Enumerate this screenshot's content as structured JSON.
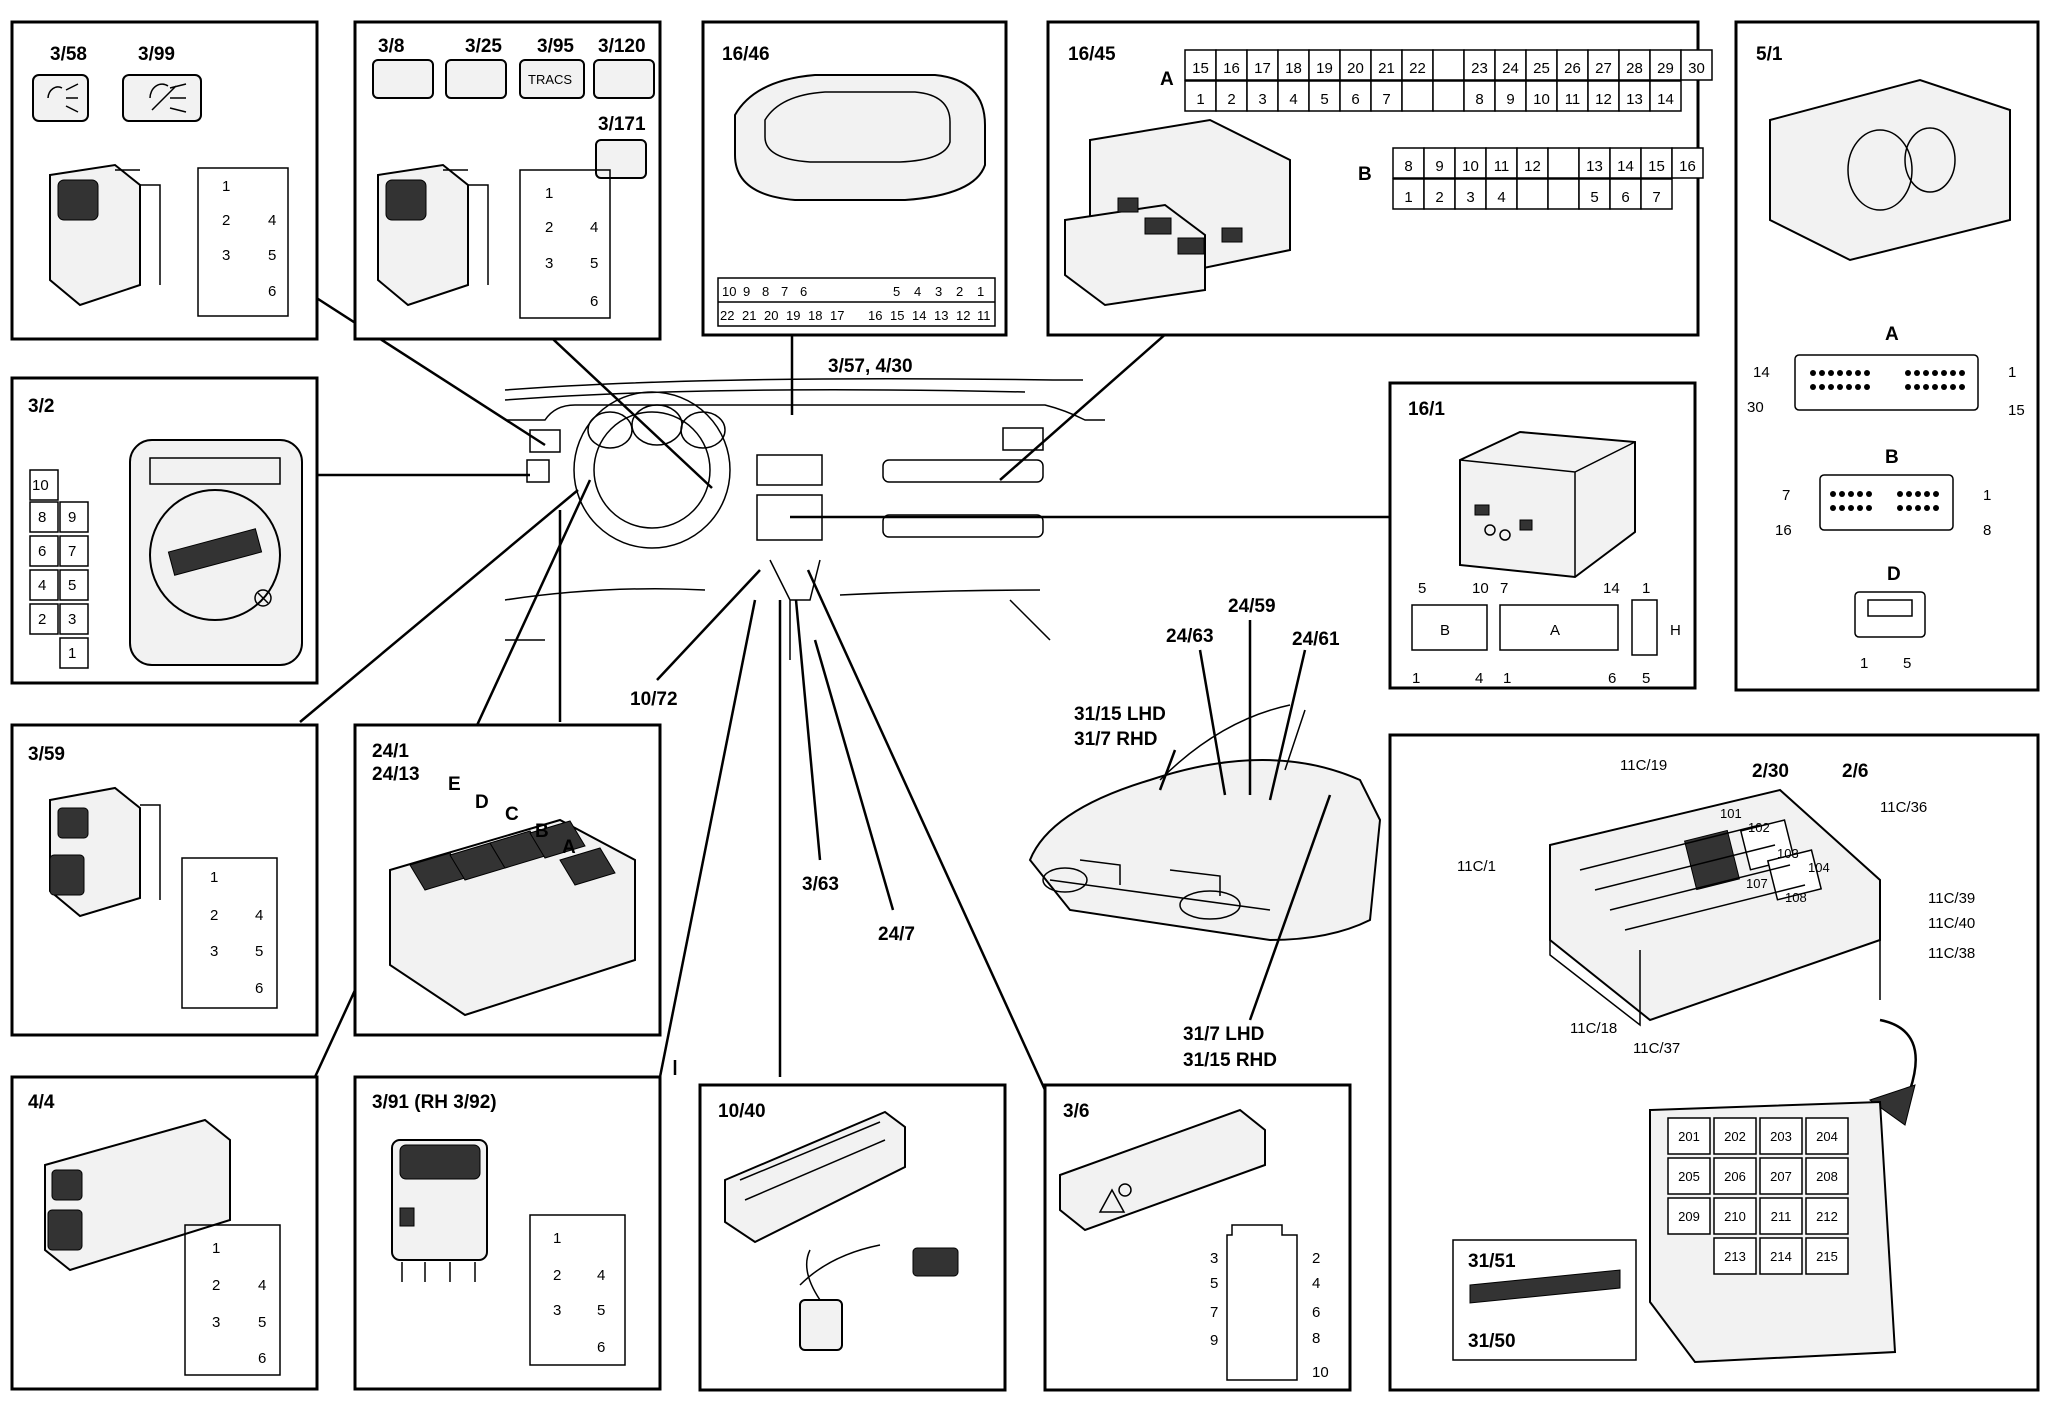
{
  "panels": {
    "p358": {
      "codes": [
        "3/58",
        "3/99"
      ],
      "pins": [
        "1",
        "2",
        "3",
        "4",
        "5",
        "6"
      ]
    },
    "p38": {
      "codes": [
        "3/8",
        "3/25",
        "3/95",
        "3/120",
        "3/171"
      ],
      "tracs": "TRACS",
      "pins": [
        "1",
        "2",
        "3",
        "4",
        "5",
        "6"
      ]
    },
    "p1646": {
      "code": "16/46",
      "row1": [
        "10",
        "9",
        "8",
        "7",
        "6",
        "5",
        "4",
        "3",
        "2",
        "1"
      ],
      "row2": [
        "22",
        "21",
        "20",
        "19",
        "18",
        "17",
        "16",
        "15",
        "14",
        "13",
        "12",
        "11"
      ]
    },
    "p1645": {
      "code": "16/45",
      "a_label": "A",
      "a_top": [
        "15",
        "16",
        "17",
        "18",
        "19",
        "20",
        "21",
        "22",
        "",
        "23",
        "24",
        "25",
        "26",
        "27",
        "28",
        "29",
        "30"
      ],
      "a_bot": [
        "1",
        "2",
        "3",
        "4",
        "5",
        "6",
        "7",
        "",
        "",
        "8",
        "9",
        "10",
        "11",
        "12",
        "13",
        "14"
      ],
      "b_label": "B",
      "b_top": [
        "8",
        "9",
        "10",
        "11",
        "12",
        "",
        "13",
        "14",
        "15",
        "16"
      ],
      "b_bot": [
        "1",
        "2",
        "3",
        "4",
        "",
        "",
        "5",
        "6",
        "7"
      ]
    },
    "p51": {
      "code": "5/1",
      "a": "A",
      "b": "B",
      "d": "D",
      "a_pins": [
        "14",
        "1",
        "30",
        "15"
      ],
      "b_pins": [
        "7",
        "1",
        "16",
        "8"
      ],
      "d_pins": [
        "1",
        "5"
      ]
    },
    "p32": {
      "code": "3/2",
      "pins": [
        "10",
        "8",
        "9",
        "6",
        "7",
        "4",
        "5",
        "2",
        "3",
        "1"
      ]
    },
    "p161": {
      "code": "16/1",
      "b": "B",
      "a": "A",
      "h": "H",
      "b_pins": [
        "5",
        "10",
        "1",
        "4"
      ],
      "a_pins": [
        "7",
        "14",
        "1",
        "6"
      ],
      "h_pins": [
        "1",
        "5"
      ]
    },
    "p359": {
      "code": "3/59",
      "pins": [
        "1",
        "2",
        "3",
        "4",
        "5",
        "6"
      ]
    },
    "p241": {
      "codes": [
        "24/1",
        "24/13"
      ],
      "letters": [
        "E",
        "D",
        "C",
        "B",
        "A"
      ]
    },
    "p44": {
      "code": "4/4",
      "pins": [
        "1",
        "2",
        "3",
        "4",
        "5",
        "6"
      ]
    },
    "p391": {
      "code": "3/91 (RH 3/92)",
      "pins": [
        "1",
        "2",
        "3",
        "4",
        "5",
        "6"
      ]
    },
    "p1040": {
      "code": "10/40"
    },
    "p36": {
      "code": "3/6",
      "left": [
        "3",
        "5",
        "7",
        "9"
      ],
      "right": [
        "2",
        "4",
        "6",
        "8",
        "10"
      ]
    },
    "fuse": {
      "c19": "11C/19",
      "c230": "2/30",
      "c26": "2/6",
      "c36": "11C/36",
      "c1": "11C/1",
      "c39": "11C/39",
      "c40": "11C/40",
      "c38": "11C/38",
      "c18": "11C/18",
      "c37": "11C/37",
      "relays": [
        "101",
        "102",
        "103",
        "104",
        "107",
        "108"
      ],
      "fuses": [
        "201",
        "202",
        "203",
        "204",
        "205",
        "206",
        "207",
        "208",
        "209",
        "210",
        "211",
        "212",
        "213",
        "214",
        "215"
      ],
      "c3151": "31/51",
      "c3150": "31/50"
    }
  },
  "center": {
    "c357": "3/57, 4/30",
    "c1072": "10/72",
    "c363": "3/63",
    "c247": "24/7",
    "c2463": "24/63",
    "c2459": "24/59",
    "c2461": "24/61",
    "lhd1": "31/15 LHD",
    "rhd1": "31/7 RHD",
    "lhd2": "31/7 LHD",
    "rhd2": "31/15 RHD"
  }
}
